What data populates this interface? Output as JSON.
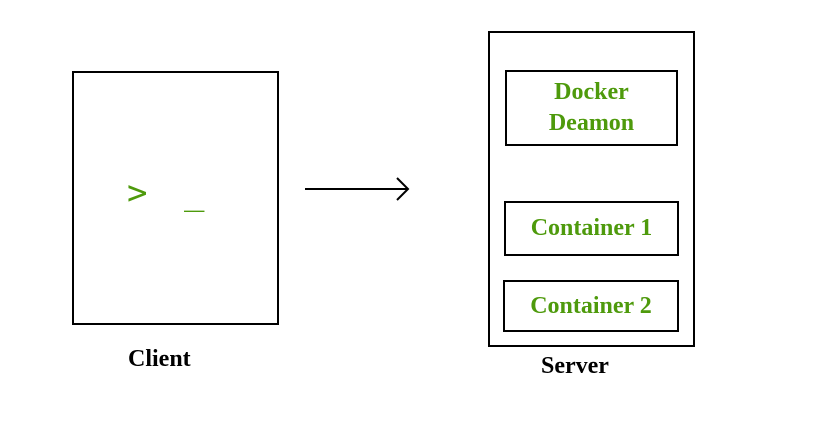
{
  "colors": {
    "accent_green": "#4e9a0c",
    "line": "#000000"
  },
  "client": {
    "prompt": "> _",
    "label": "Client"
  },
  "server": {
    "label": "Server",
    "daemon_line1": "Docker",
    "daemon_line2": "Deamon",
    "container_1": "Container 1",
    "container_2": "Container 2"
  },
  "icons": {
    "terminal": "terminal-prompt-icon",
    "arrow": "arrow-right-icon"
  }
}
